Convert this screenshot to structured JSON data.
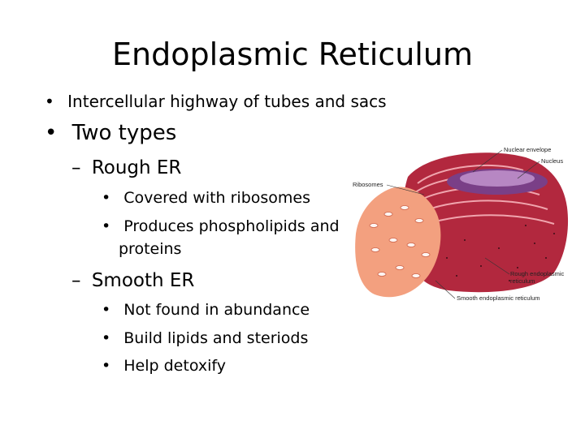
{
  "slide": {
    "title": "Endoplasmic Reticulum",
    "bullet_char": "•",
    "dash_char": "–",
    "items": [
      "Intercellular highway of tubes and sacs",
      "Two types"
    ],
    "rough": {
      "heading": "Rough ER",
      "points": [
        "Covered with ribosomes",
        "Produces phospholipids and",
        "proteins"
      ]
    },
    "smooth": {
      "heading": "Smooth ER",
      "points": [
        "Not found in abundance",
        "Build lipids and steriods",
        "Help detoxify"
      ]
    }
  },
  "diagram": {
    "labels": {
      "nuclear_envelope": "Nuclear envelope",
      "nucleus": "Nucleus",
      "ribosomes": "Ribosomes",
      "rough_er_1": "Rough endoplasmic",
      "rough_er_2": "reticulum",
      "smooth_er": "Smooth endoplasmic reticulum"
    },
    "colors": {
      "rough_er": "#b2283e",
      "nucleus": "#7a3f87",
      "smooth_er": "#f3a07f"
    }
  }
}
